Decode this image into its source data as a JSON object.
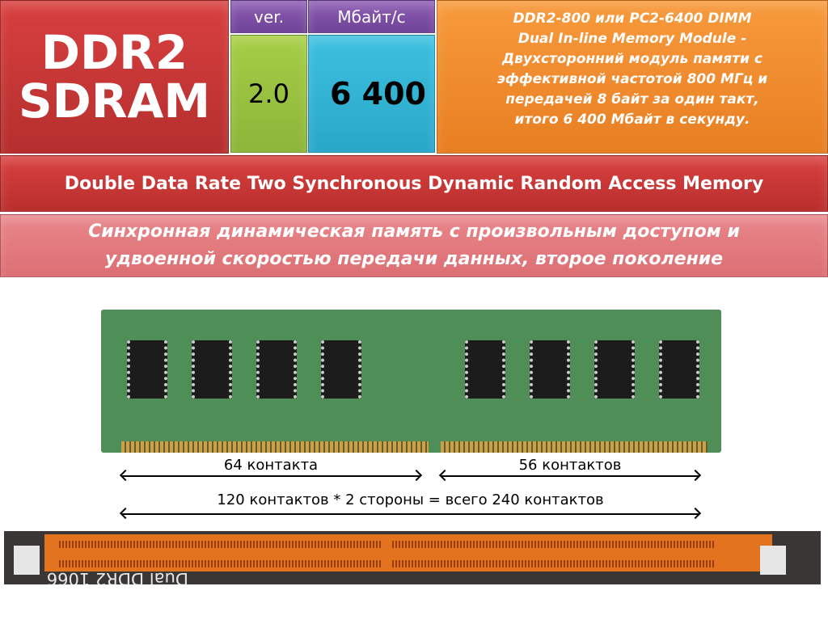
{
  "header": {
    "title_line1": "DDR2",
    "title_line2": "SDRAM",
    "ver_label": "ver.",
    "speed_label": "Мбайт/с",
    "ver_value": "2.0",
    "speed_value": "6 400",
    "description": "DDR2-800 или PC2-6400 DIMM\nDual In-line Memory Module -\nДвухсторонний модуль памяти с\nэффективной частотой 800 МГц и\nпередачей 8 байт за один такт,\nитого 6 400  Мбайт в секунду."
  },
  "full_name": "Double Data Rate Two Synchronous Dynamic Random Access Memory",
  "russian_name": "Синхронная динамическая память с произвольным доступом и\nудвоенной скоростью передачи данных, второе поколение",
  "contacts": {
    "left": "64 контакта",
    "right": "56 контактов",
    "total": "120 контактов * 2 стороны = всего 240 контактов"
  },
  "slot_image": {
    "silkscreen": "Dual DDR2 1066",
    "colors": {
      "slot": "#e3731f",
      "board": "#3a3636"
    }
  },
  "colors": {
    "red": "#c8393a",
    "purple": "#7d50a6",
    "green": "#9cc440",
    "cyan": "#33b4d5",
    "orange": "#f08c30",
    "pink": "#e27b80"
  }
}
